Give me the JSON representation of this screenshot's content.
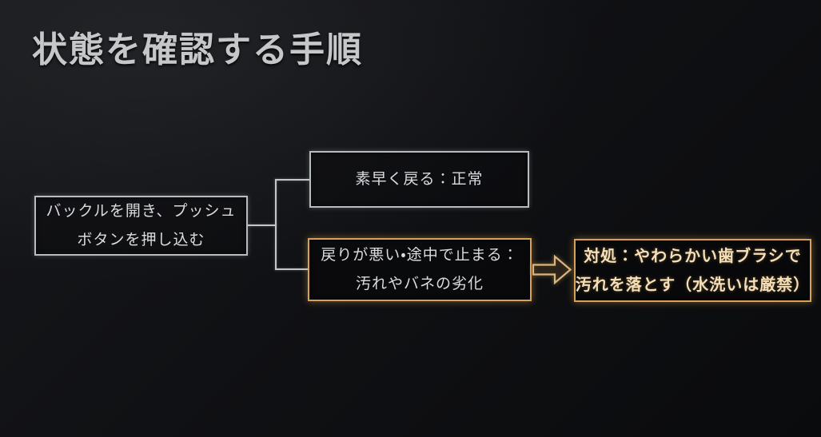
{
  "slide": {
    "title": "状態を確認する手順"
  },
  "flowchart": {
    "root_box": {
      "line1": "バックルを開き、プッシュ",
      "line2": "ボタンを押し込む"
    },
    "normal_box": {
      "text": "素早く戻る：正常"
    },
    "problem_box": {
      "line1": "戻りが悪い・途中で止まる：",
      "line2": "汚れやバネの劣化"
    },
    "remedy_box": {
      "line1": "対処：やわらかい歯ブラシで",
      "line2": "汚れを落とす（水洗いは厳禁）"
    },
    "arrow_icon": "right-arrow",
    "colors": {
      "background": "#101114",
      "title_text": "#c6c7c9",
      "gray_border": "#b9bcbf",
      "gold_border": "#d7a158",
      "light_text": "#dadbdd",
      "gold_text": "#f6dfb7",
      "connector": "#c3c6c9"
    }
  }
}
